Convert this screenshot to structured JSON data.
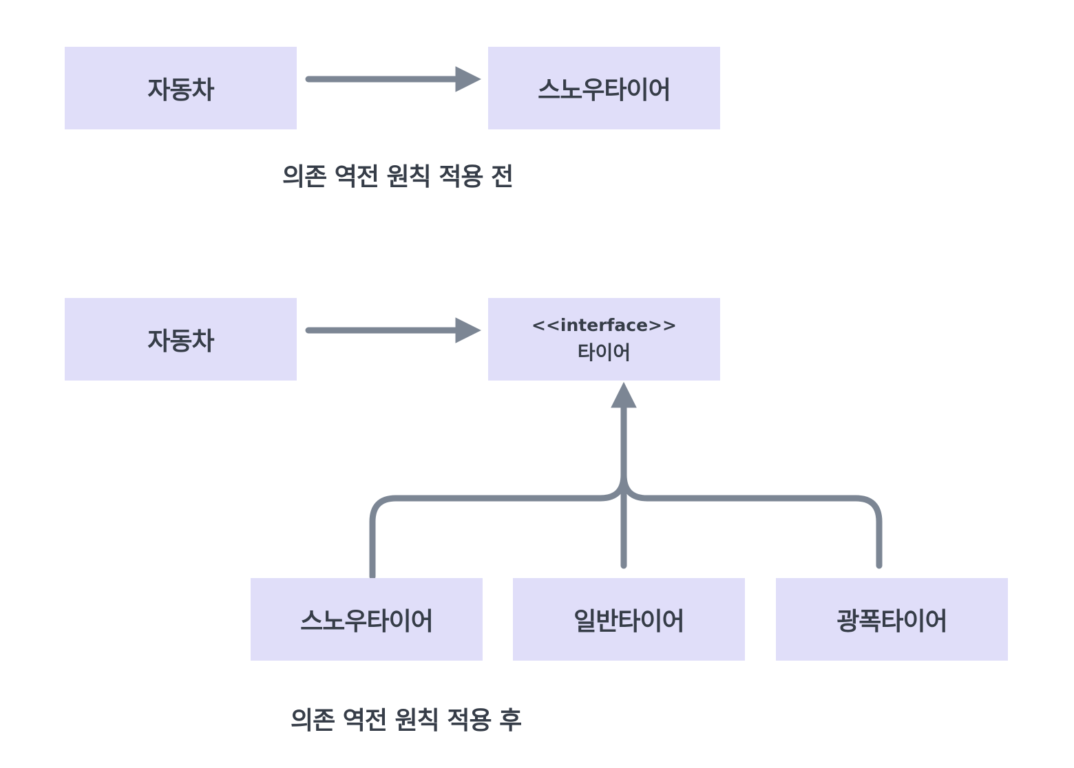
{
  "before": {
    "car": "자동차",
    "snow_tire": "스노우타이어",
    "caption": "의존 역전 원칙 적용 전"
  },
  "after": {
    "car": "자동차",
    "tire_interface": {
      "stereotype": "<<interface>>",
      "name": "타이어"
    },
    "implementations": [
      "스노우타이어",
      "일반타이어",
      "광폭타이어"
    ],
    "caption": "의존 역전 원칙 적용 후"
  },
  "colors": {
    "box_fill": "#e0def9",
    "connector": "#7c8694",
    "text": "#363d48"
  }
}
